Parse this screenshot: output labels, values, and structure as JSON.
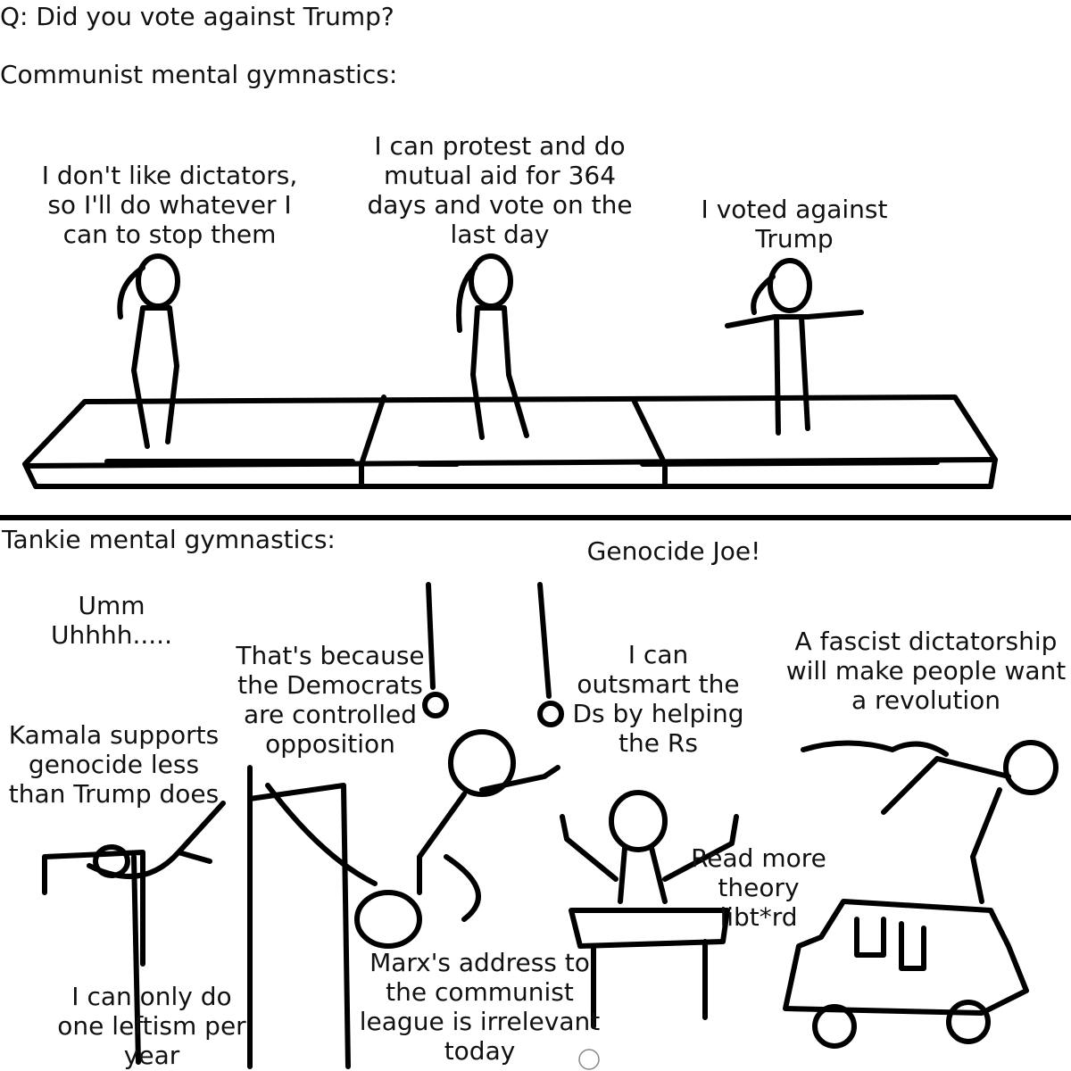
{
  "question": "Q: Did you vote against Trump?",
  "top_panel": {
    "heading": "Communist mental gymnastics:",
    "captions": [
      "I don't like dictators,\nso I'll do whatever I\ncan to stop them",
      "I can protest and do\nmutual aid for 364\ndays and vote on the\nlast day",
      "I voted against\nTrump"
    ]
  },
  "bottom_panel": {
    "heading": "Tankie mental gymnastics:",
    "captions": {
      "umm": "Umm\nUhhhh.....",
      "kamala": "Kamala supports\ngenocide less\nthan Trump does",
      "leftism": "I can only do\none leftism per\nyear",
      "democrats": "That's because\nthe Democrats\nare controlled\nopposition",
      "genocide_joe": "Genocide Joe!",
      "outsmart": "I can\noutsmart the\nDs by helping\nthe Rs",
      "marx": "Marx's address to\nthe communist\nleague is irrelevant\ntoday",
      "theory": "Read more\ntheory\nlibt*rd",
      "fascist": "A fascist dictatorship\nwill make people want\na revolution"
    }
  }
}
